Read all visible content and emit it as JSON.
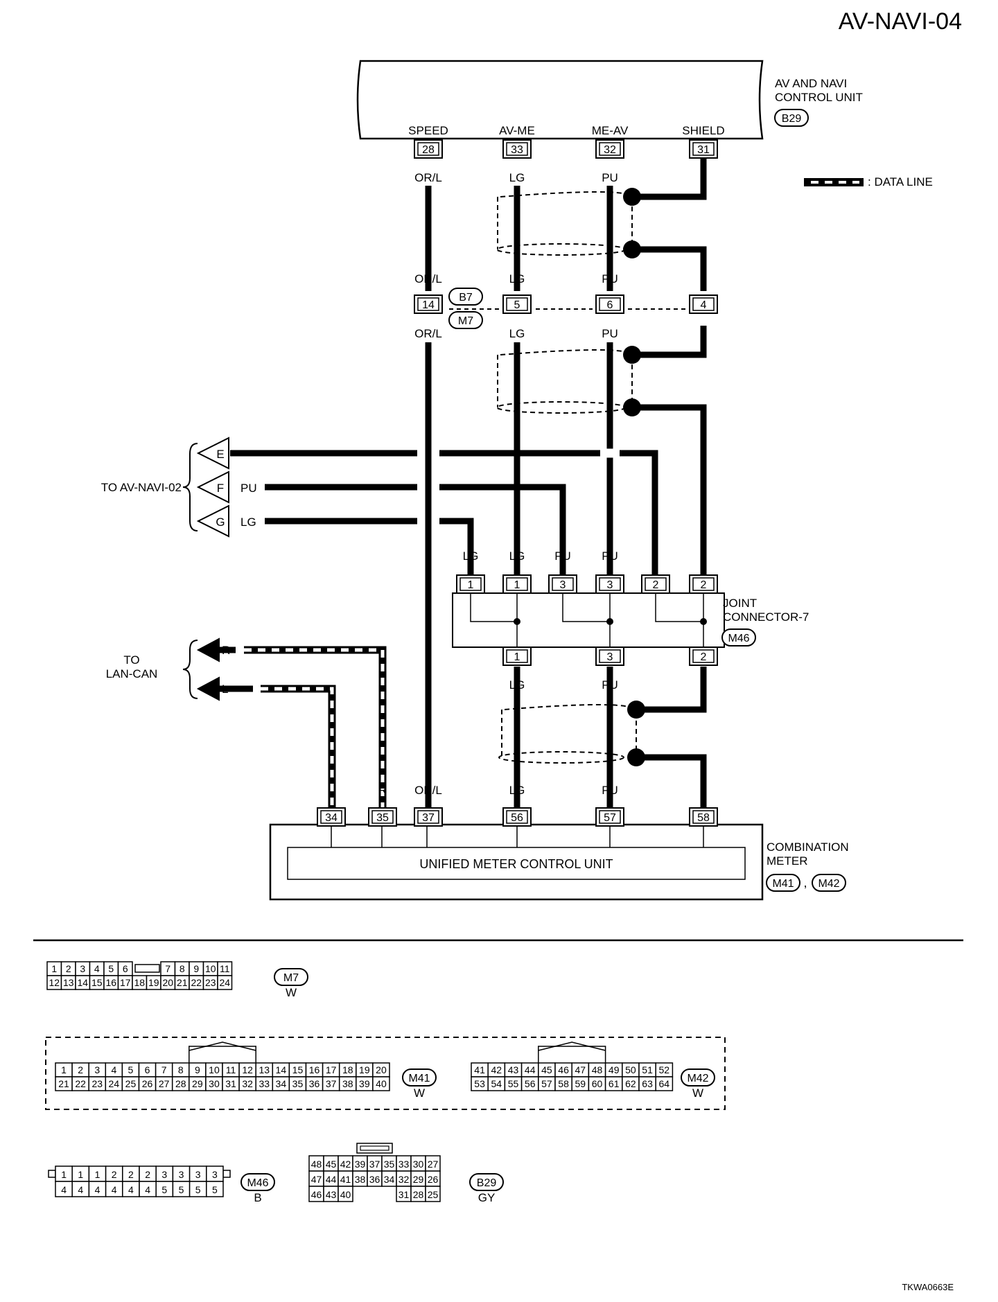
{
  "page_id": "AV-NAVI-04",
  "doc_code": "TKWA0663E",
  "control_unit": {
    "name_line1": "AV AND NAVI",
    "name_line2": "CONTROL UNIT",
    "connector": "B29",
    "terminals": [
      {
        "label": "SPEED",
        "pin": "28",
        "wire": "OR/L"
      },
      {
        "label": "AV-ME",
        "pin": "33",
        "wire": "LG"
      },
      {
        "label": "ME-AV",
        "pin": "32",
        "wire": "PU"
      },
      {
        "label": "SHIELD",
        "pin": "31"
      }
    ]
  },
  "legend": {
    "data_line": ": DATA LINE"
  },
  "inline_connector": {
    "connectors": [
      "B7",
      "M7"
    ],
    "pins": [
      "14",
      "5",
      "6",
      "4"
    ],
    "wires_top": [
      "OR/L",
      "LG",
      "PU"
    ],
    "wires_bottom": [
      "OR/L",
      "LG",
      "PU"
    ]
  },
  "to_av_navi": {
    "label": "TO AV-NAVI-02",
    "arrows": [
      {
        "letter": "E",
        "wire": ""
      },
      {
        "letter": "F",
        "wire": "PU"
      },
      {
        "letter": "G",
        "wire": "LG"
      }
    ]
  },
  "joint_connector": {
    "name_line1": "JOINT",
    "name_line2": "CONNECTOR-7",
    "connector": "M46",
    "top_wires": [
      "LG",
      "LG",
      "PU",
      "PU"
    ],
    "top_pins": [
      "1",
      "1",
      "3",
      "3",
      "2",
      "2"
    ],
    "bottom_pins": [
      "1",
      "3",
      "2"
    ],
    "bottom_wires": [
      "LG",
      "PU"
    ]
  },
  "lan_can": {
    "label_line1": "TO",
    "label_line2": "LAN-CAN",
    "arrows": [
      "R",
      "L"
    ]
  },
  "meter": {
    "name_line1": "COMBINATION",
    "name_line2": "METER",
    "connectors": [
      "M41",
      "M42"
    ],
    "inner": "UNIFIED METER CONTROL UNIT",
    "wires": [
      "L",
      "R",
      "OR/L",
      "LG",
      "PU"
    ],
    "pins": [
      "34",
      "35",
      "37",
      "56",
      "57",
      "58"
    ]
  },
  "face_m7": {
    "id": "M7",
    "color": "W",
    "row1": [
      "1",
      "2",
      "3",
      "4",
      "5",
      "6",
      "7",
      "8",
      "9",
      "10",
      "11"
    ],
    "row2": [
      "12",
      "13",
      "14",
      "15",
      "16",
      "17",
      "18",
      "19",
      "20",
      "21",
      "22",
      "23",
      "24"
    ]
  },
  "face_m41": {
    "id": "M41",
    "color": "W",
    "row1": [
      "1",
      "2",
      "3",
      "4",
      "5",
      "6",
      "7",
      "8",
      "9",
      "10",
      "11",
      "12",
      "13",
      "14",
      "15",
      "16",
      "17",
      "18",
      "19",
      "20"
    ],
    "row2": [
      "21",
      "22",
      "23",
      "24",
      "25",
      "26",
      "27",
      "28",
      "29",
      "30",
      "31",
      "32",
      "33",
      "34",
      "35",
      "36",
      "37",
      "38",
      "39",
      "40"
    ]
  },
  "face_m42": {
    "id": "M42",
    "color": "W",
    "row1": [
      "41",
      "42",
      "43",
      "44",
      "45",
      "46",
      "47",
      "48",
      "49",
      "50",
      "51",
      "52"
    ],
    "row2": [
      "53",
      "54",
      "55",
      "56",
      "57",
      "58",
      "59",
      "60",
      "61",
      "62",
      "63",
      "64"
    ]
  },
  "face_m46": {
    "id": "M46",
    "color": "B",
    "row1": [
      "1",
      "1",
      "1",
      "2",
      "2",
      "2",
      "3",
      "3",
      "3",
      "3"
    ],
    "row2": [
      "4",
      "4",
      "4",
      "4",
      "4",
      "4",
      "5",
      "5",
      "5",
      "5"
    ]
  },
  "face_b29": {
    "id": "B29",
    "color": "GY",
    "row1": [
      "48",
      "45",
      "42",
      "39",
      "37",
      "35",
      "33",
      "30",
      "27"
    ],
    "row2": [
      "47",
      "44",
      "41",
      "38",
      "36",
      "34",
      "32",
      "29",
      "26"
    ],
    "row3": [
      "46",
      "43",
      "40",
      "31",
      "28",
      "25"
    ]
  }
}
